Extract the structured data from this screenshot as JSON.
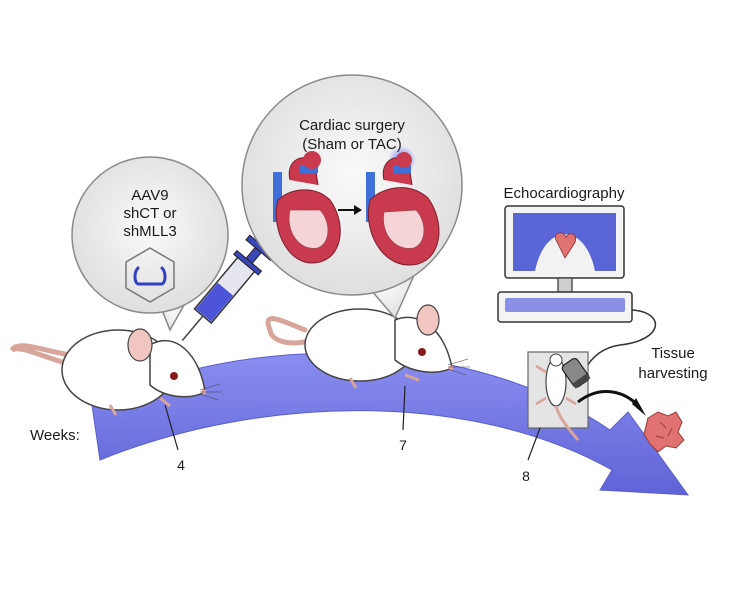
{
  "timeline": {
    "axis_label": "Weeks:",
    "ticks": [
      "4",
      "7",
      "8"
    ]
  },
  "injection": {
    "line1": "AAV9",
    "line2": "shCT or",
    "line3": "shMLL3"
  },
  "surgery": {
    "line1": "Cardiac surgery",
    "line2": "(Sham or TAC)"
  },
  "echo": {
    "label": "Echocardiography"
  },
  "harvest": {
    "line1": "Tissue",
    "line2": "harvesting"
  },
  "colors": {
    "arrow": "#7b7fe6",
    "arrow_dark": "#5a5ec9",
    "bubble_fill": "#ededed",
    "bubble_stroke": "#8a8a8a",
    "screen": "#5b66d6",
    "tissue": "#e07272",
    "heart_red": "#c93a4e",
    "vessel_blue": "#3f6fd8"
  }
}
